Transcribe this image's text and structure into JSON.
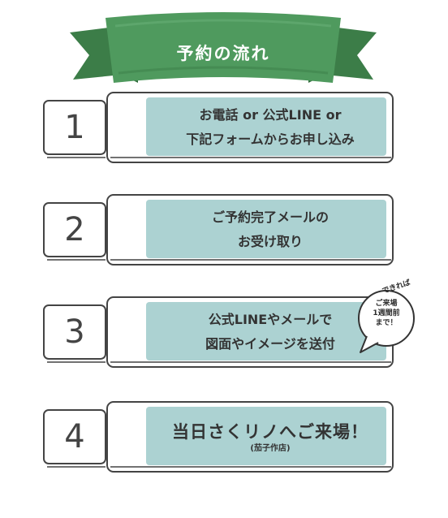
{
  "title": "予約の流れ",
  "steps": [
    {
      "number": "1",
      "lines": [
        "お電話 or 公式LINE or",
        "下記フォームからお申し込み"
      ]
    },
    {
      "number": "2",
      "lines": [
        "ご予約完了メールの",
        "お受け取り"
      ]
    },
    {
      "number": "3",
      "lines": [
        "公式LINEやメールで",
        "図面やイメージを送付"
      ]
    },
    {
      "number": "4",
      "lines": [
        "当日さくリノへご来場！"
      ],
      "sub": "(茄子作店)"
    }
  ],
  "bubble": {
    "top_text": "できれば",
    "lines": [
      "ご来場",
      "1週間前",
      "まで！"
    ]
  },
  "colors": {
    "ribbon_green": "#4f9a5e",
    "ribbon_dark": "#3c7d48",
    "card_fill": "#acd2d2",
    "outline": "#444444"
  }
}
